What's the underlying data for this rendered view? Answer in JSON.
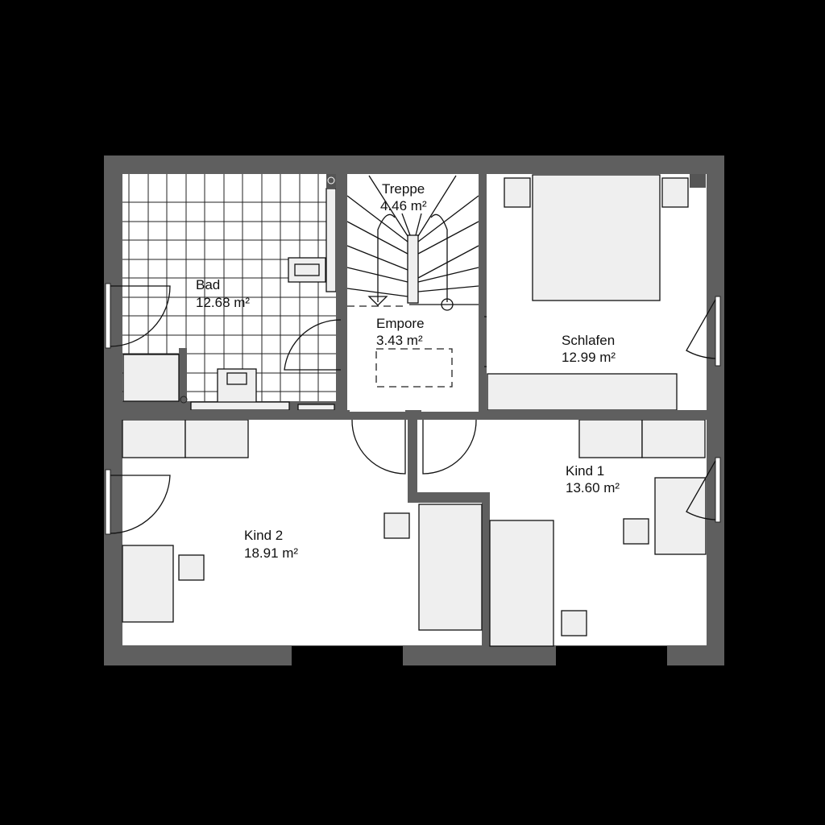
{
  "plan": {
    "background": "#000000",
    "wall_color": "#5f5f5f",
    "floor_color": "#ffffff",
    "furniture_color": "#efefef"
  },
  "rooms": {
    "bad": {
      "name": "Bad",
      "area": "12.68 m²"
    },
    "treppe": {
      "name": "Treppe",
      "area": "4.46 m²"
    },
    "empore": {
      "name": "Empore",
      "area": "3.43 m²"
    },
    "schlafen": {
      "name": "Schlafen",
      "area": "12.99 m²"
    },
    "kind1": {
      "name": "Kind 1",
      "area": "13.60 m²"
    },
    "kind2": {
      "name": "Kind 2",
      "area": "18.91 m²"
    }
  }
}
